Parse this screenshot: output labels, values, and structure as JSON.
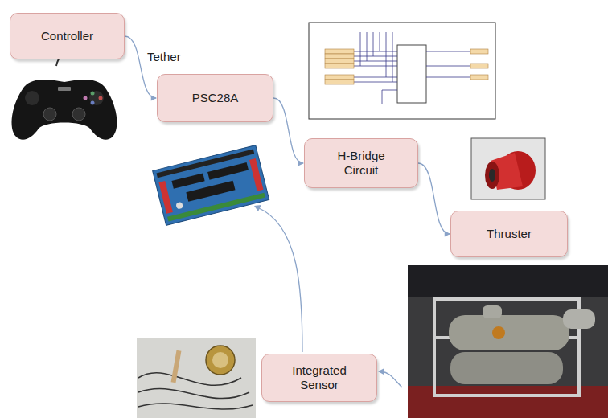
{
  "diagram": {
    "nodes": [
      {
        "text": [
          "Controller"
        ]
      },
      {
        "text": [
          "PSC28A"
        ]
      },
      {
        "text": [
          "H-Bridge Circuit"
        ]
      },
      {
        "text": [
          "Thruster"
        ]
      },
      {
        "text": [
          "Integrated Sensor"
        ]
      }
    ],
    "edges": [
      {
        "from": 0,
        "to": 1,
        "arrow": "to"
      },
      {
        "from": 1,
        "to": 2,
        "arrow": "to"
      },
      {
        "from": 2,
        "to": 3,
        "arrow": "to"
      }
    ],
    "labels": [
      "Tether"
    ]
  }
}
